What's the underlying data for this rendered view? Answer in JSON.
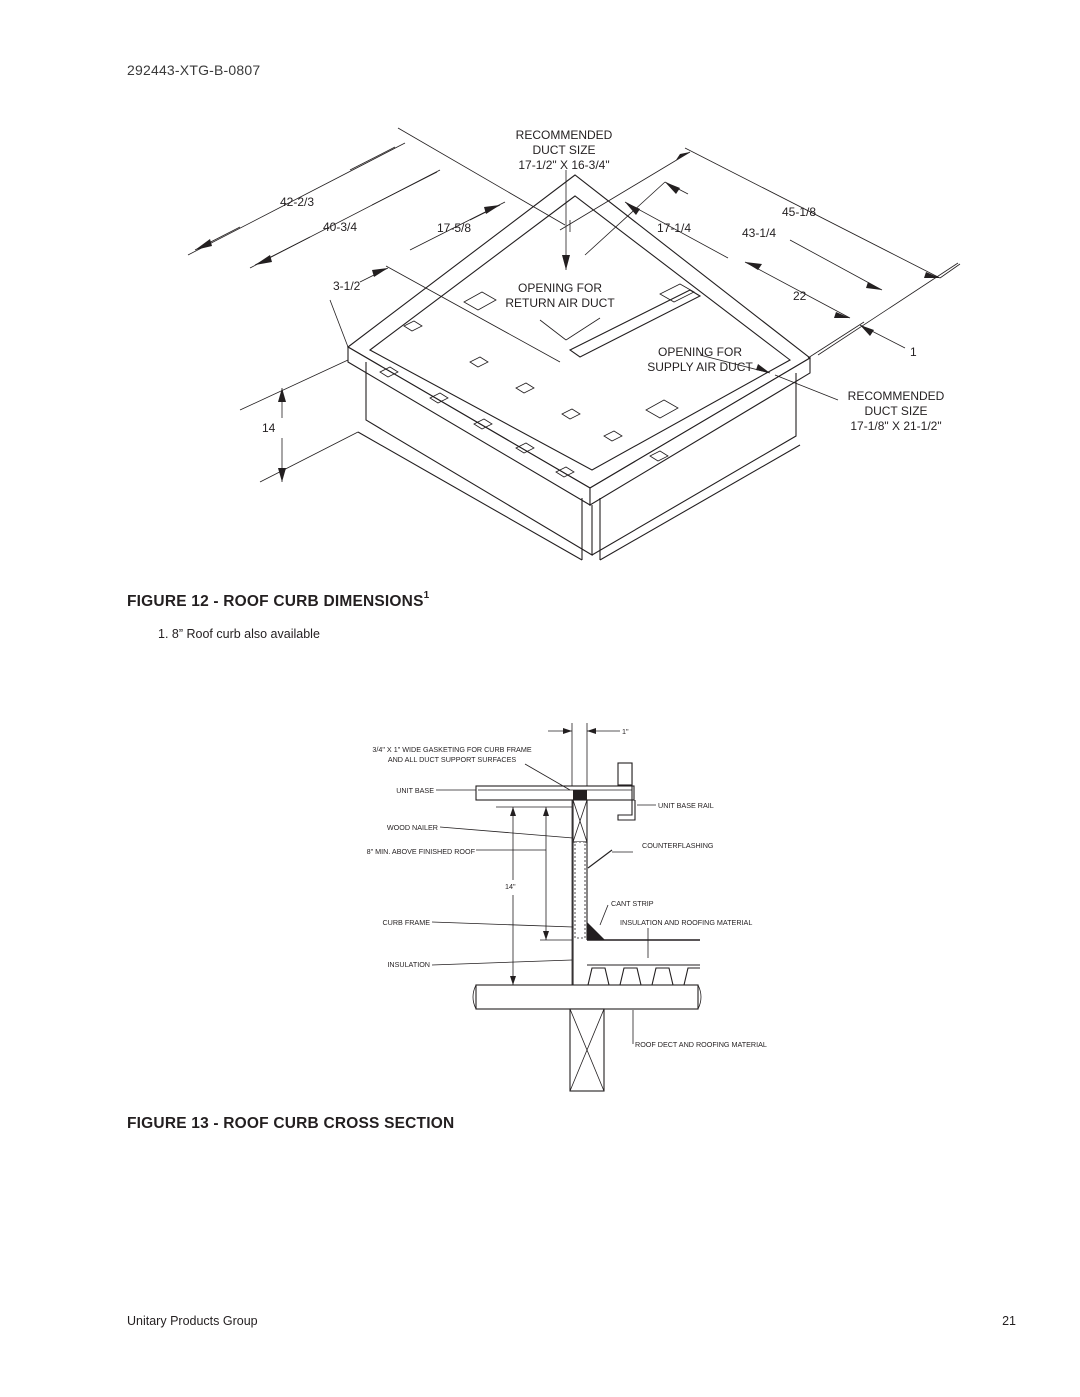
{
  "header": {
    "doc_id": "292443-XTG-B-0807"
  },
  "figure12": {
    "caption": "FIGURE 12 - ROOF CURB DIMENSIONS",
    "caption_sup": "1",
    "footnote": "1.  8” Roof curb also available",
    "labels": {
      "rec_duct_1_line1": "RECOMMENDED",
      "rec_duct_1_line2": "DUCT SIZE",
      "rec_duct_1_line3": "17-1/2\" X 16-3/4\"",
      "dim_42": "42-2/3",
      "dim_40": "40-3/4",
      "dim_17_5_8": "17-5/8",
      "dim_3_1_2": "3-1/2",
      "dim_17_1_4": "17-1/4",
      "dim_45": "45-1/8",
      "dim_43": "43-1/4",
      "dim_22": "22",
      "dim_1": "1",
      "dim_14": "14",
      "return_line1": "OPENING FOR",
      "return_line2": "RETURN AIR DUCT",
      "supply_line1": "OPENING FOR",
      "supply_line2": "SUPPLY AIR DUCT",
      "rec_duct_2_line1": "RECOMMENDED",
      "rec_duct_2_line2": "DUCT SIZE",
      "rec_duct_2_line3": "17-1/8\" X 21-1/2\""
    }
  },
  "figure13": {
    "caption": "FIGURE 13 - ROOF CURB CROSS SECTION",
    "labels": {
      "one_inch": "1\"",
      "gasket_line1": "3/4\" X 1\" WIDE GASKETING FOR CURB FRAME",
      "gasket_line2": "AND ALL DUCT SUPPORT SURFACES",
      "unit_base": "UNIT BASE",
      "unit_base_rail": "UNIT BASE RAIL",
      "wood_nailer": "WOOD NAILER",
      "min_above": "8\" MIN. ABOVE FINISHED ROOF",
      "counterflashing": "COUNTERFLASHING",
      "fourteen": "14\"",
      "cant_strip": "CANT STRIP",
      "curb_frame": "CURB FRAME",
      "insul_roofing": "INSULATION AND ROOFING MATERIAL",
      "insulation": "INSULATION",
      "roof_deck": "ROOF DECT AND ROOFING MATERIAL"
    }
  },
  "footer": {
    "left": "Unitary Products Group",
    "page": "21"
  }
}
